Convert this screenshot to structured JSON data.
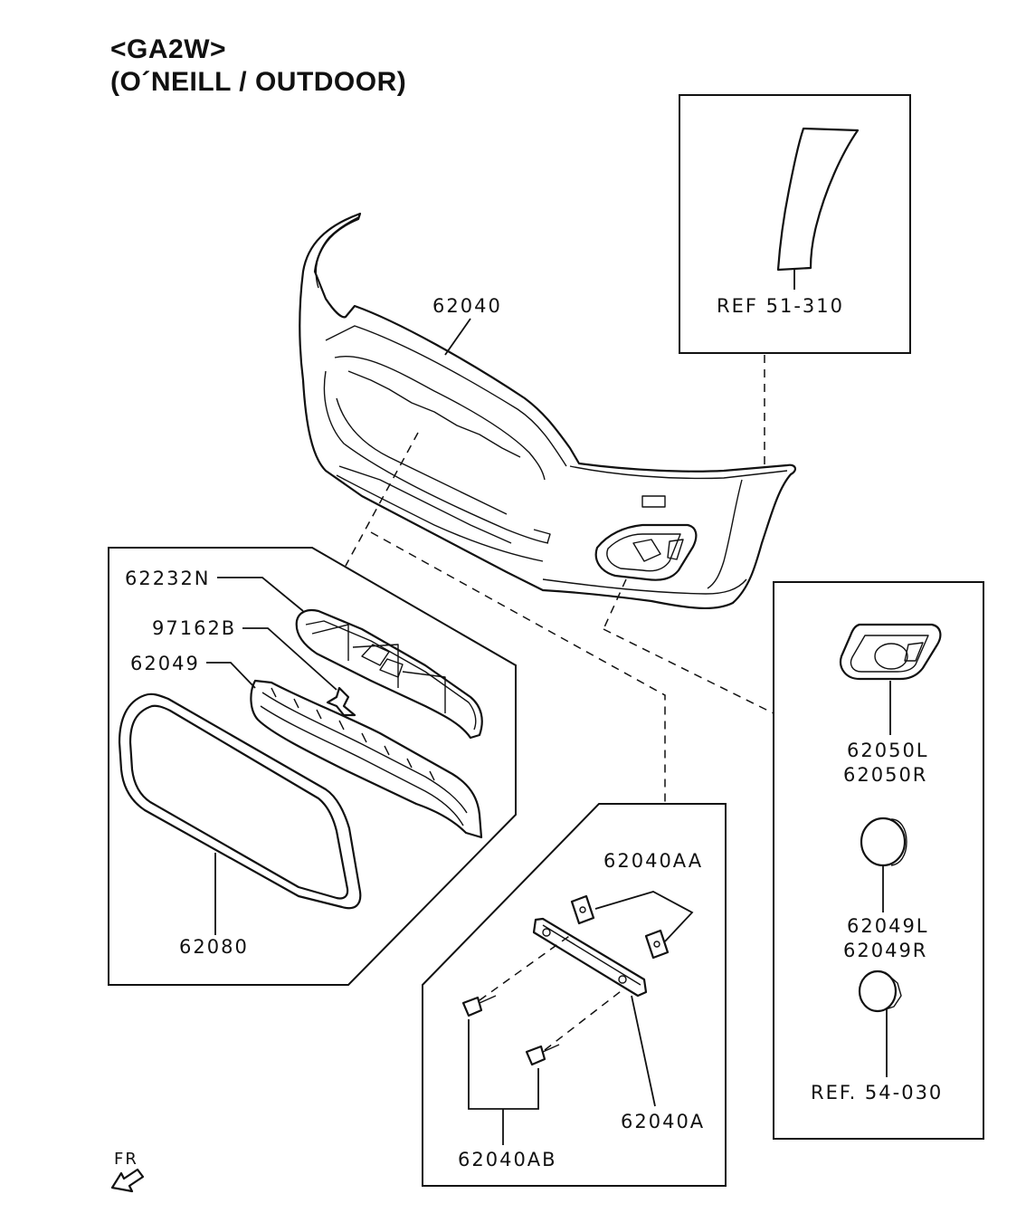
{
  "title": {
    "model": "<GA2W>",
    "variant": "(O´NEILL / OUTDOOR)"
  },
  "parts": {
    "bumper": "62040",
    "ref_top": "REF  51-310",
    "grille_upper": "62232N",
    "emblem": "97162B",
    "grille_lower": "62049",
    "garnish": "62080",
    "fog_cover_left": "62050L",
    "fog_cover_right": "62050R",
    "fog_lamp_left": "62049L",
    "fog_lamp_right": "62049R",
    "ref_fog": "REF.  54-030",
    "nut": "62040AA",
    "bracket": "62040A",
    "screw": "62040AB"
  },
  "direction": {
    "label": "FR"
  }
}
